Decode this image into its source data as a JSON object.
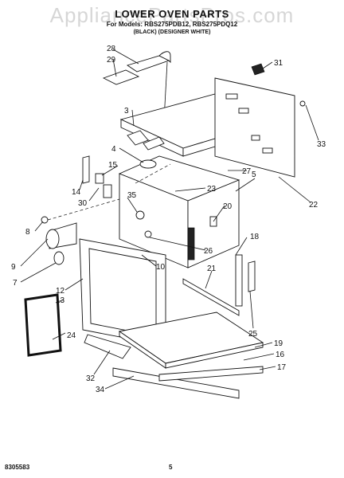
{
  "header": {
    "watermark": "AppliancePartsPros.com",
    "title": "LOWER OVEN PARTS",
    "models": "For Models: RBS275PDB12, RBS275PDQ12",
    "variants": "(BLACK)   (DESIGNER WHITE)"
  },
  "footer": {
    "code": "8305583",
    "page": "5"
  },
  "callouts": [
    "28",
    "29",
    "31",
    "3",
    "33",
    "4",
    "15",
    "27",
    "5",
    "14",
    "23",
    "35",
    "30",
    "20",
    "22",
    "8",
    "26",
    "18",
    "9",
    "10",
    "21",
    "7",
    "12",
    "13",
    "25",
    "24",
    "19",
    "16",
    "32",
    "17",
    "34"
  ]
}
